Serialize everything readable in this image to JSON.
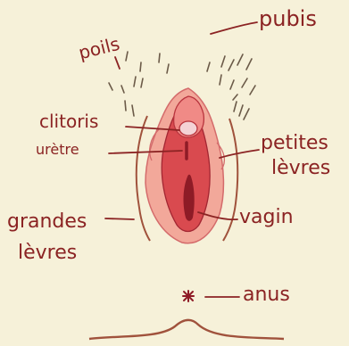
{
  "labels": {
    "pubis": "pubis",
    "poils": "poils",
    "clitoris": "clitoris",
    "uretre": "urètre",
    "petites_levres_1": "petites",
    "petites_levres_2": "lèvres",
    "grandes_levres_1": "grandes",
    "grandes_levres_2": "lèvres",
    "vagin": "vagin",
    "anus": "anus"
  },
  "colors": {
    "background": "#f6f1d9",
    "ink": "#8b2323",
    "outline": "#a0523c",
    "outer_labia": "#f2a89a",
    "inner_labia": "#d94a4f",
    "clitoral_hood": "#f08a86",
    "clitoris": "#f4d3d6",
    "vaginal_opening": "#8e1b26",
    "hair": "#6b5a48"
  }
}
